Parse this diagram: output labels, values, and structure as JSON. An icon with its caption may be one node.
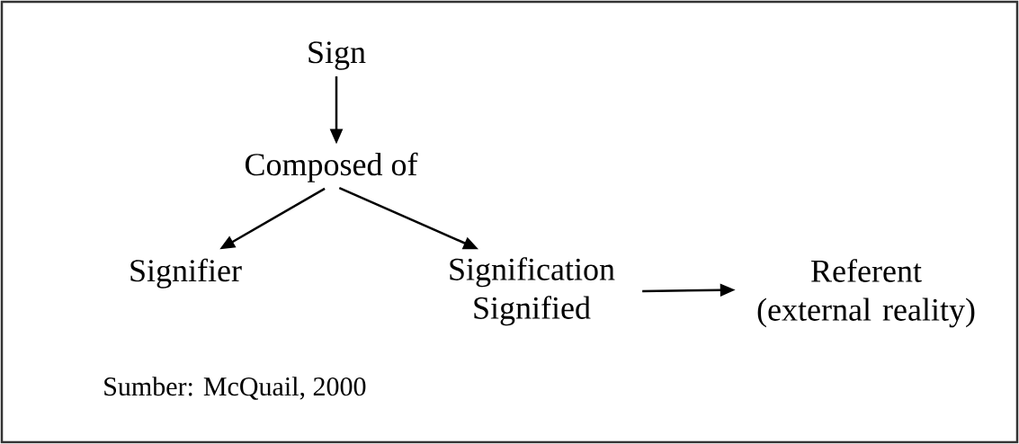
{
  "diagram": {
    "nodes": [
      {
        "text": [
          "Sign"
        ]
      },
      {
        "text": [
          "Composed of"
        ]
      },
      {
        "text": [
          "Signifier"
        ]
      },
      {
        "text": [
          "Signification Signified"
        ]
      },
      {
        "text": [
          "Referent (external reality)"
        ]
      }
    ],
    "edges": [
      {
        "from": 0,
        "to": 1,
        "arrow": "to"
      },
      {
        "from": 1,
        "to": 2,
        "arrow": "to"
      },
      {
        "from": 1,
        "to": 3,
        "arrow": "to"
      },
      {
        "from": 3,
        "to": 4,
        "arrow": "to"
      }
    ],
    "labels": [
      "Sumber: McQuail, 2000"
    ]
  }
}
